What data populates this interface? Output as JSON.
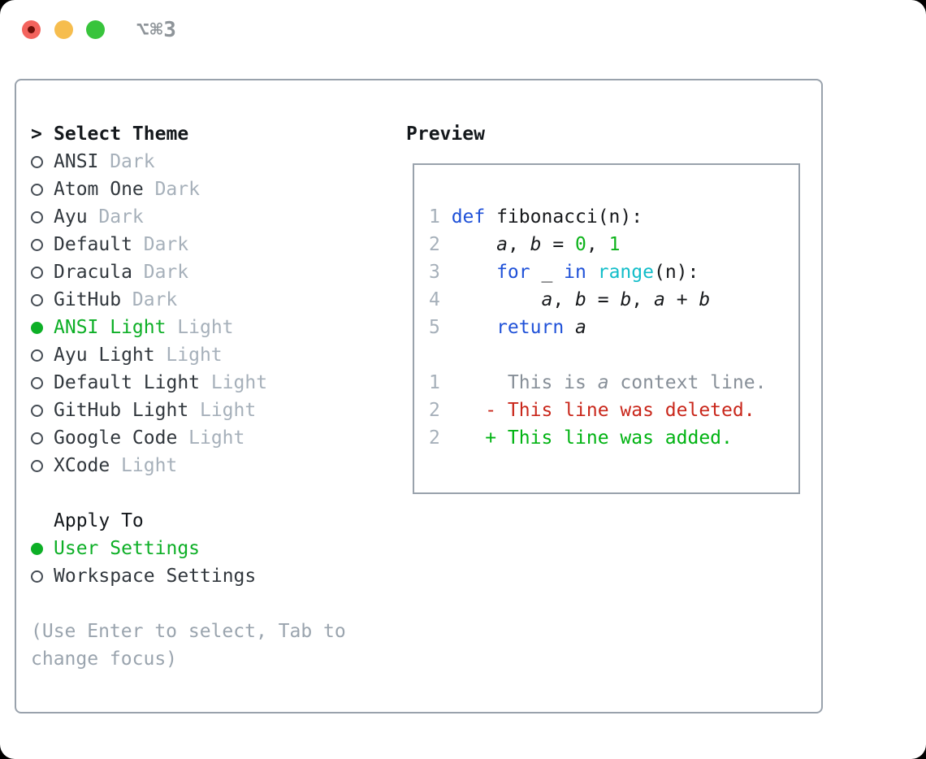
{
  "window": {
    "title": "⌥⌘3",
    "traffic_lights": {
      "close": "#f3635d",
      "minimize": "#f6bd4e",
      "zoom": "#38c43c"
    }
  },
  "theme_panel": {
    "header": {
      "prompt": ">",
      "label": "Select Theme"
    },
    "items": [
      {
        "label": "ANSI",
        "variant": "Dark",
        "selected": false
      },
      {
        "label": "Atom One",
        "variant": "Dark",
        "selected": false
      },
      {
        "label": "Ayu",
        "variant": "Dark",
        "selected": false
      },
      {
        "label": "Default",
        "variant": "Dark",
        "selected": false
      },
      {
        "label": "Dracula",
        "variant": "Dark",
        "selected": false
      },
      {
        "label": "GitHub",
        "variant": "Dark",
        "selected": false
      },
      {
        "label": "ANSI Light",
        "variant": "Light",
        "selected": true
      },
      {
        "label": "Ayu Light",
        "variant": "Light",
        "selected": false
      },
      {
        "label": "Default Light",
        "variant": "Light",
        "selected": false
      },
      {
        "label": "GitHub Light",
        "variant": "Light",
        "selected": false
      },
      {
        "label": "Google Code",
        "variant": "Light",
        "selected": false
      },
      {
        "label": "XCode",
        "variant": "Light",
        "selected": false
      }
    ],
    "apply_to": {
      "label": "Apply To",
      "options": [
        {
          "label": "User Settings",
          "selected": true
        },
        {
          "label": "Workspace Settings",
          "selected": false
        }
      ]
    },
    "hint": "(Use Enter to select, Tab to change focus)"
  },
  "preview": {
    "label": "Preview",
    "colors": {
      "keyword": "#1f51d8",
      "builtin": "#12bdc9",
      "number": "#0db31b",
      "context": "#878f98",
      "deleted": "#c9271b",
      "added": "#00b312",
      "selection_green": "#0daf26",
      "line_number": "#a6b0ba"
    },
    "code_lines": [
      {
        "num": "1",
        "segments": [
          {
            "text": "def",
            "style": "kw"
          },
          {
            "text": " fibonacci(n):",
            "style": "plain"
          }
        ]
      },
      {
        "num": "2",
        "segments": [
          {
            "text": "    ",
            "style": "plain"
          },
          {
            "text": "a",
            "style": "var"
          },
          {
            "text": ", ",
            "style": "plain"
          },
          {
            "text": "b",
            "style": "var"
          },
          {
            "text": " = ",
            "style": "plain"
          },
          {
            "text": "0",
            "style": "num"
          },
          {
            "text": ", ",
            "style": "plain"
          },
          {
            "text": "1",
            "style": "num"
          }
        ]
      },
      {
        "num": "3",
        "segments": [
          {
            "text": "    ",
            "style": "plain"
          },
          {
            "text": "for",
            "style": "kw"
          },
          {
            "text": " _ ",
            "style": "plain"
          },
          {
            "text": "in",
            "style": "kw"
          },
          {
            "text": " ",
            "style": "plain"
          },
          {
            "text": "range",
            "style": "builtin"
          },
          {
            "text": "(n):",
            "style": "plain"
          }
        ]
      },
      {
        "num": "4",
        "segments": [
          {
            "text": "        ",
            "style": "plain"
          },
          {
            "text": "a",
            "style": "var"
          },
          {
            "text": ", ",
            "style": "plain"
          },
          {
            "text": "b",
            "style": "var"
          },
          {
            "text": " = ",
            "style": "plain"
          },
          {
            "text": "b",
            "style": "var"
          },
          {
            "text": ", ",
            "style": "plain"
          },
          {
            "text": "a",
            "style": "var"
          },
          {
            "text": " + ",
            "style": "plain"
          },
          {
            "text": "b",
            "style": "var"
          }
        ]
      },
      {
        "num": "5",
        "segments": [
          {
            "text": "    ",
            "style": "plain"
          },
          {
            "text": "return",
            "style": "kw"
          },
          {
            "text": " ",
            "style": "plain"
          },
          {
            "text": "a",
            "style": "var"
          }
        ]
      },
      {
        "num": "",
        "segments": []
      },
      {
        "num": "1",
        "segments": [
          {
            "text": "     This is ",
            "style": "ctx"
          },
          {
            "text": "a",
            "style": "ctxvar"
          },
          {
            "text": " context line.",
            "style": "ctx"
          }
        ]
      },
      {
        "num": "2",
        "segments": [
          {
            "text": "   - This line was deleted.",
            "style": "del"
          }
        ]
      },
      {
        "num": "2",
        "segments": [
          {
            "text": "   + This line was added.",
            "style": "add"
          }
        ]
      }
    ]
  }
}
